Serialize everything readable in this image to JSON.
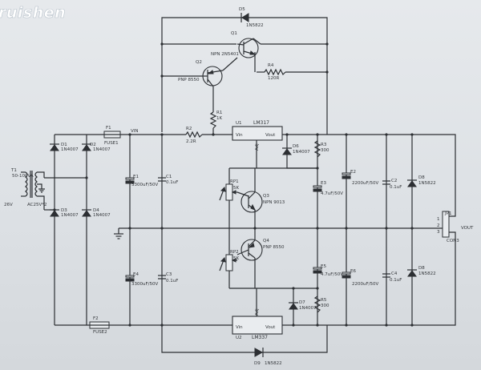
{
  "watermark": "ruishen",
  "source": {
    "l1": "T1",
    "l2": "50-100VA",
    "l3": "AC25V*2",
    "l4": "26V"
  },
  "fuses": [
    {
      "ref": "F1",
      "val": "FUSE1"
    },
    {
      "ref": "F2",
      "val": "FUSE2"
    }
  ],
  "vin_tag": "VIN",
  "diodes": {
    "d1": {
      "ref": "D1",
      "val": "1N4007"
    },
    "d2": {
      "ref": "D2",
      "val": "1N4007"
    },
    "d3": {
      "ref": "D3",
      "val": "1N4007"
    },
    "d4": {
      "ref": "D4",
      "val": "1N4007"
    },
    "d5": {
      "ref": "D5",
      "val": "1N5822"
    },
    "d6": {
      "ref": "D6",
      "val": "1N4007"
    },
    "d7": {
      "ref": "D7",
      "val": "1N4007"
    },
    "d8": {
      "ref": "D8",
      "val": "1N5822"
    },
    "d9": {
      "ref": "D9",
      "val": "1N5822"
    },
    "d10": {
      "ref": "D8",
      "val": "1N5822"
    }
  },
  "transistors": {
    "q1": {
      "ref": "Q1",
      "val": "NPN 2N5401"
    },
    "q2": {
      "ref": "Q2",
      "val": "PNP 8550"
    },
    "q3": {
      "ref": "Q3",
      "val": "NPN 9013"
    },
    "q4": {
      "ref": "Q4",
      "val": "PNP 8550"
    }
  },
  "resistors": {
    "r1": {
      "ref": "R1",
      "val": "1K"
    },
    "r2": {
      "ref": "R2",
      "val": "2.2R"
    },
    "r3": {
      "ref": "R3",
      "val": "300"
    },
    "r4": {
      "ref": "R4",
      "val": "120R"
    },
    "r5": {
      "ref": "R5",
      "val": "300"
    },
    "rp1": {
      "ref": "RP1",
      "val": "5K"
    },
    "rp2": {
      "ref": "RP2",
      "val": "5K"
    }
  },
  "caps": {
    "c1": {
      "ref": "C1",
      "val": "0.1uF"
    },
    "c2": {
      "ref": "C2",
      "val": "0.1uF"
    },
    "c3": {
      "ref": "C3",
      "val": "0.1uF"
    },
    "c4": {
      "ref": "C4",
      "val": "0.1uF"
    },
    "e1": {
      "ref": "E1",
      "val": "3300uF/50V"
    },
    "e2": {
      "ref": "E2",
      "val": "2200uF/50V"
    },
    "e3": {
      "ref": "E3",
      "val": "4.7uF/50V"
    },
    "e4": {
      "ref": "E4",
      "val": "3300uF/50V"
    },
    "e5": {
      "ref": "E5",
      "val": "4.7uF/50V"
    },
    "e6": {
      "ref": "E6",
      "val": "2200uF/50V"
    }
  },
  "regulators": {
    "u1": {
      "ref": "U1",
      "val": "LM317",
      "vin": "Vin",
      "vout": "Vout",
      "adj": "Adj"
    },
    "u2": {
      "ref": "U2",
      "val": "LM337",
      "vin": "Vin",
      "vout": "Vout",
      "adj": "Adj"
    }
  },
  "output": {
    "ref": "JP1",
    "pins": [
      "1",
      "2",
      "3"
    ],
    "tag": "VOUT",
    "con": "CON3"
  }
}
